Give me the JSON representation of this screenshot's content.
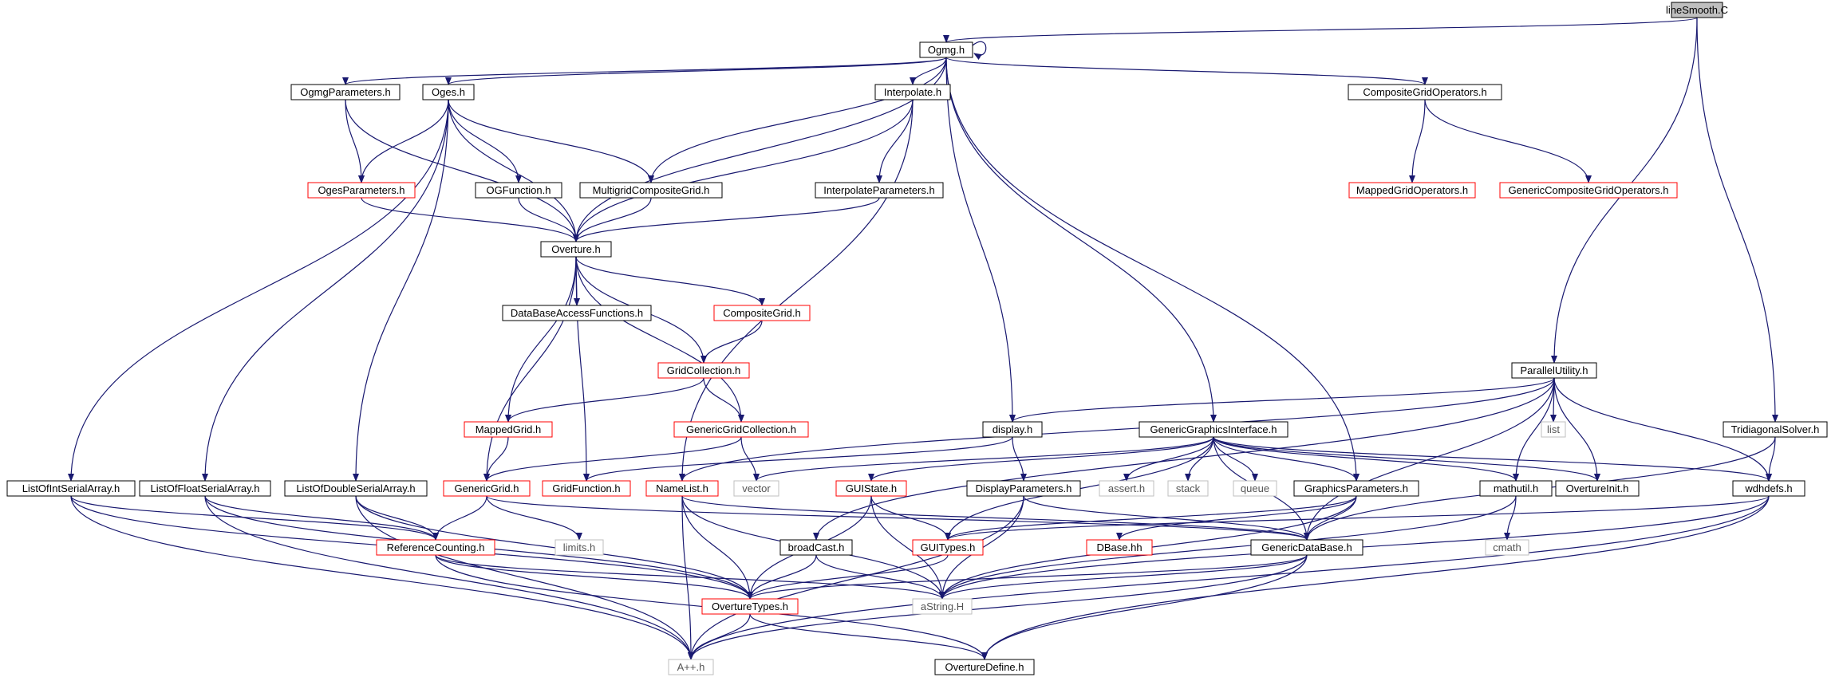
{
  "graph": {
    "colors": {
      "edge": "#191970",
      "border_normal": "#000000",
      "border_red": "#ff0000",
      "border_gray": "#bfbfbf",
      "root_fill": "#bfbfbf"
    },
    "nodes": [
      {
        "id": "lineSmooth",
        "label": "lineSmooth.C",
        "style": "root"
      },
      {
        "id": "Ogmg",
        "label": "Ogmg.h",
        "style": "normal"
      },
      {
        "id": "OgmgParameters",
        "label": "OgmgParameters.h",
        "style": "normal"
      },
      {
        "id": "Oges",
        "label": "Oges.h",
        "style": "normal"
      },
      {
        "id": "Interpolate",
        "label": "Interpolate.h",
        "style": "normal"
      },
      {
        "id": "CompositeGridOperators",
        "label": "CompositeGridOperators.h",
        "style": "normal"
      },
      {
        "id": "OgesParameters",
        "label": "OgesParameters.h",
        "style": "red"
      },
      {
        "id": "OGFunction",
        "label": "OGFunction.h",
        "style": "normal"
      },
      {
        "id": "MultigridCompositeGrid",
        "label": "MultigridCompositeGrid.h",
        "style": "normal"
      },
      {
        "id": "InterpolateParameters",
        "label": "InterpolateParameters.h",
        "style": "normal"
      },
      {
        "id": "MappedGridOperators",
        "label": "MappedGridOperators.h",
        "style": "red"
      },
      {
        "id": "GenericCompositeGridOperators",
        "label": "GenericCompositeGridOperators.h",
        "style": "red"
      },
      {
        "id": "Overture",
        "label": "Overture.h",
        "style": "normal"
      },
      {
        "id": "DataBaseAccessFunctions",
        "label": "DataBaseAccessFunctions.h",
        "style": "normal"
      },
      {
        "id": "CompositeGrid",
        "label": "CompositeGrid.h",
        "style": "red"
      },
      {
        "id": "GridCollection",
        "label": "GridCollection.h",
        "style": "red"
      },
      {
        "id": "MappedGrid",
        "label": "MappedGrid.h",
        "style": "red"
      },
      {
        "id": "GenericGridCollection",
        "label": "GenericGridCollection.h",
        "style": "red"
      },
      {
        "id": "ParallelUtility",
        "label": "ParallelUtility.h",
        "style": "normal"
      },
      {
        "id": "display",
        "label": "display.h",
        "style": "normal"
      },
      {
        "id": "GenericGraphicsInterface",
        "label": "GenericGraphicsInterface.h",
        "style": "normal"
      },
      {
        "id": "TridiagonalSolver",
        "label": "TridiagonalSolver.h",
        "style": "normal"
      },
      {
        "id": "list",
        "label": "list",
        "style": "gray"
      },
      {
        "id": "ListOfIntSerialArray",
        "label": "ListOfIntSerialArray.h",
        "style": "normal"
      },
      {
        "id": "ListOfFloatSerialArray",
        "label": "ListOfFloatSerialArray.h",
        "style": "normal"
      },
      {
        "id": "ListOfDoubleSerialArray",
        "label": "ListOfDoubleSerialArray.h",
        "style": "normal"
      },
      {
        "id": "GenericGrid",
        "label": "GenericGrid.h",
        "style": "red"
      },
      {
        "id": "GridFunction",
        "label": "GridFunction.h",
        "style": "red"
      },
      {
        "id": "NameList",
        "label": "NameList.h",
        "style": "red"
      },
      {
        "id": "vector",
        "label": "vector",
        "style": "gray"
      },
      {
        "id": "DisplayParameters",
        "label": "DisplayParameters.h",
        "style": "normal"
      },
      {
        "id": "asserth",
        "label": "assert.h",
        "style": "gray"
      },
      {
        "id": "stack",
        "label": "stack",
        "style": "gray"
      },
      {
        "id": "queue",
        "label": "queue",
        "style": "gray"
      },
      {
        "id": "GraphicsParameters",
        "label": "GraphicsParameters.h",
        "style": "normal"
      },
      {
        "id": "GUIState",
        "label": "GUIState.h",
        "style": "red"
      },
      {
        "id": "mathutil",
        "label": "mathutil.h",
        "style": "normal"
      },
      {
        "id": "OvertureInit",
        "label": "OvertureInit.h",
        "style": "normal"
      },
      {
        "id": "wdhdefs",
        "label": "wdhdefs.h",
        "style": "normal"
      },
      {
        "id": "ReferenceCounting",
        "label": "ReferenceCounting.h",
        "style": "red"
      },
      {
        "id": "limits",
        "label": "limits.h",
        "style": "gray"
      },
      {
        "id": "broadCast",
        "label": "broadCast.h",
        "style": "normal"
      },
      {
        "id": "GUITypes",
        "label": "GUITypes.h",
        "style": "red"
      },
      {
        "id": "DBase",
        "label": "DBase.hh",
        "style": "red"
      },
      {
        "id": "GenericDataBase",
        "label": "GenericDataBase.h",
        "style": "normal"
      },
      {
        "id": "cmath",
        "label": "cmath",
        "style": "gray"
      },
      {
        "id": "OvertureTypes",
        "label": "OvertureTypes.h",
        "style": "red"
      },
      {
        "id": "aString",
        "label": "aString.H",
        "style": "gray"
      },
      {
        "id": "Aplusplus",
        "label": "A++.h",
        "style": "gray"
      },
      {
        "id": "OvertureDefine",
        "label": "OvertureDefine.h",
        "style": "normal"
      }
    ],
    "edges": [
      [
        "lineSmooth",
        "Ogmg"
      ],
      [
        "lineSmooth",
        "ParallelUtility"
      ],
      [
        "lineSmooth",
        "TridiagonalSolver"
      ],
      [
        "Ogmg",
        "Ogmg"
      ],
      [
        "Ogmg",
        "OgmgParameters"
      ],
      [
        "Ogmg",
        "Oges"
      ],
      [
        "Ogmg",
        "Interpolate"
      ],
      [
        "Ogmg",
        "CompositeGridOperators"
      ],
      [
        "Ogmg",
        "MultigridCompositeGrid"
      ],
      [
        "Ogmg",
        "Overture"
      ],
      [
        "Ogmg",
        "display"
      ],
      [
        "Ogmg",
        "GenericGraphicsInterface"
      ],
      [
        "Ogmg",
        "GraphicsParameters"
      ],
      [
        "OgmgParameters",
        "OgesParameters"
      ],
      [
        "OgmgParameters",
        "Overture"
      ],
      [
        "Oges",
        "OgesParameters"
      ],
      [
        "Oges",
        "OGFunction"
      ],
      [
        "Oges",
        "MultigridCompositeGrid"
      ],
      [
        "Oges",
        "Overture"
      ],
      [
        "Oges",
        "ListOfIntSerialArray"
      ],
      [
        "Oges",
        "ListOfFloatSerialArray"
      ],
      [
        "Oges",
        "ListOfDoubleSerialArray"
      ],
      [
        "Interpolate",
        "InterpolateParameters"
      ],
      [
        "Interpolate",
        "Overture"
      ],
      [
        "Interpolate",
        "NameList"
      ],
      [
        "CompositeGridOperators",
        "MappedGridOperators"
      ],
      [
        "CompositeGridOperators",
        "GenericCompositeGridOperators"
      ],
      [
        "OgesParameters",
        "Overture"
      ],
      [
        "OGFunction",
        "Overture"
      ],
      [
        "MultigridCompositeGrid",
        "Overture"
      ],
      [
        "InterpolateParameters",
        "Overture"
      ],
      [
        "Overture",
        "DataBaseAccessFunctions"
      ],
      [
        "Overture",
        "CompositeGrid"
      ],
      [
        "Overture",
        "GridCollection"
      ],
      [
        "Overture",
        "MappedGrid"
      ],
      [
        "Overture",
        "GenericGridCollection"
      ],
      [
        "Overture",
        "GenericGrid"
      ],
      [
        "Overture",
        "GridFunction"
      ],
      [
        "CompositeGrid",
        "GridCollection"
      ],
      [
        "GridCollection",
        "MappedGrid"
      ],
      [
        "GridCollection",
        "GenericGridCollection"
      ],
      [
        "MappedGrid",
        "GenericGrid"
      ],
      [
        "GenericGridCollection",
        "GenericGrid"
      ],
      [
        "GenericGridCollection",
        "vector"
      ],
      [
        "ParallelUtility",
        "display"
      ],
      [
        "ParallelUtility",
        "list"
      ],
      [
        "ParallelUtility",
        "mathutil"
      ],
      [
        "ParallelUtility",
        "OvertureInit"
      ],
      [
        "ParallelUtility",
        "wdhdefs"
      ],
      [
        "ParallelUtility",
        "GenericDataBase"
      ],
      [
        "ParallelUtility",
        "broadCast"
      ],
      [
        "ParallelUtility",
        "NameList"
      ],
      [
        "display",
        "GridFunction"
      ],
      [
        "display",
        "DisplayParameters"
      ],
      [
        "GenericGraphicsInterface",
        "vector"
      ],
      [
        "GenericGraphicsInterface",
        "asserth"
      ],
      [
        "GenericGraphicsInterface",
        "stack"
      ],
      [
        "GenericGraphicsInterface",
        "queue"
      ],
      [
        "GenericGraphicsInterface",
        "GraphicsParameters"
      ],
      [
        "GenericGraphicsInterface",
        "GUIState"
      ],
      [
        "GenericGraphicsInterface",
        "mathutil"
      ],
      [
        "GenericGraphicsInterface",
        "OvertureInit"
      ],
      [
        "GenericGraphicsInterface",
        "wdhdefs"
      ],
      [
        "GenericGraphicsInterface",
        "GUITypes"
      ],
      [
        "GenericGraphicsInterface",
        "GenericDataBase"
      ],
      [
        "TridiagonalSolver",
        "wdhdefs"
      ],
      [
        "TridiagonalSolver",
        "GenericDataBase"
      ],
      [
        "ListOfIntSerialArray",
        "ReferenceCounting"
      ],
      [
        "ListOfIntSerialArray",
        "OvertureTypes"
      ],
      [
        "ListOfIntSerialArray",
        "Aplusplus"
      ],
      [
        "ListOfFloatSerialArray",
        "ReferenceCounting"
      ],
      [
        "ListOfFloatSerialArray",
        "OvertureTypes"
      ],
      [
        "ListOfFloatSerialArray",
        "Aplusplus"
      ],
      [
        "ListOfDoubleSerialArray",
        "ReferenceCounting"
      ],
      [
        "ListOfDoubleSerialArray",
        "OvertureTypes"
      ],
      [
        "ListOfDoubleSerialArray",
        "Aplusplus"
      ],
      [
        "GenericGrid",
        "ReferenceCounting"
      ],
      [
        "GenericGrid",
        "limits"
      ],
      [
        "GenericGrid",
        "GenericDataBase"
      ],
      [
        "NameList",
        "OvertureTypes"
      ],
      [
        "NameList",
        "aString"
      ],
      [
        "NameList",
        "Aplusplus"
      ],
      [
        "NameList",
        "GenericDataBase"
      ],
      [
        "DisplayParameters",
        "GenericDataBase"
      ],
      [
        "DisplayParameters",
        "aString"
      ],
      [
        "DisplayParameters",
        "Aplusplus"
      ],
      [
        "GraphicsParameters",
        "GUITypes"
      ],
      [
        "GraphicsParameters",
        "DBase"
      ],
      [
        "GraphicsParameters",
        "GenericDataBase"
      ],
      [
        "GraphicsParameters",
        "aString"
      ],
      [
        "GUIState",
        "GUITypes"
      ],
      [
        "GUIState",
        "OvertureTypes"
      ],
      [
        "GUIState",
        "aString"
      ],
      [
        "mathutil",
        "cmath"
      ],
      [
        "mathutil",
        "aString"
      ],
      [
        "wdhdefs",
        "GUITypes"
      ],
      [
        "wdhdefs",
        "aString"
      ],
      [
        "wdhdefs",
        "Aplusplus"
      ],
      [
        "wdhdefs",
        "OvertureDefine"
      ],
      [
        "ReferenceCounting",
        "OvertureTypes"
      ],
      [
        "ReferenceCounting",
        "aString"
      ],
      [
        "ReferenceCounting",
        "OvertureDefine"
      ],
      [
        "broadCast",
        "OvertureTypes"
      ],
      [
        "broadCast",
        "aString"
      ],
      [
        "GUITypes",
        "OvertureTypes"
      ],
      [
        "GenericDataBase",
        "OvertureTypes"
      ],
      [
        "GenericDataBase",
        "aString"
      ],
      [
        "GenericDataBase",
        "Aplusplus"
      ],
      [
        "GenericDataBase",
        "OvertureDefine"
      ],
      [
        "OvertureTypes",
        "Aplusplus"
      ],
      [
        "OvertureTypes",
        "OvertureDefine"
      ]
    ]
  }
}
